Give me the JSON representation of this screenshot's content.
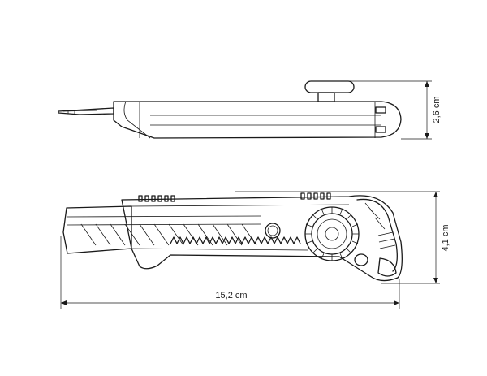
{
  "dimensions": {
    "height_top": "2,6 cm",
    "height_side": "4,1 cm",
    "length": "15,2 cm"
  },
  "colors": {
    "ink": "#1a1a1a",
    "background": "#ffffff"
  }
}
